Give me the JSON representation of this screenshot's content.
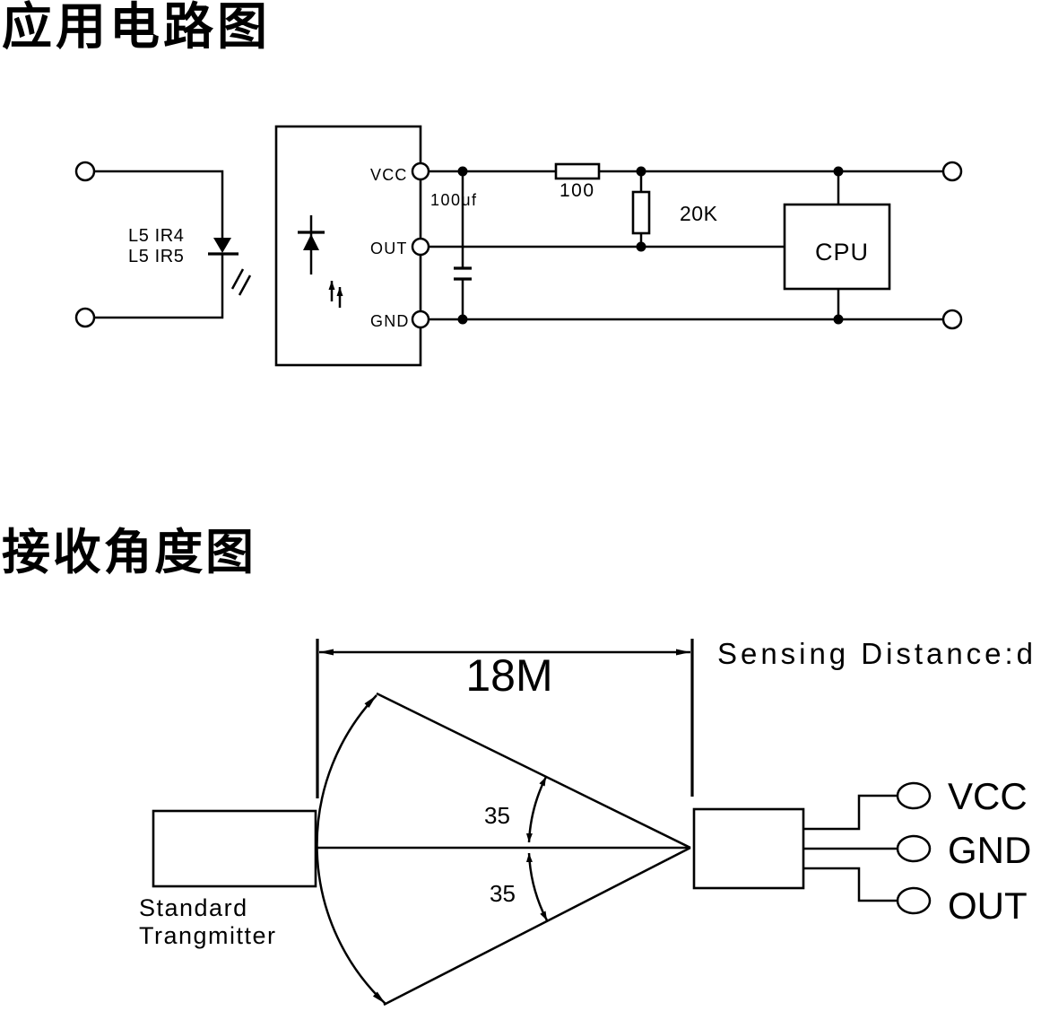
{
  "titles": {
    "circuit": "应用电路图",
    "angle": "接收角度图"
  },
  "circuit": {
    "emitter_labels": [
      "L5 IR4",
      "L5 IR5"
    ],
    "pins": {
      "vcc": "VCC",
      "out": "OUT",
      "gnd": "GND"
    },
    "capacitor_value": "100uf",
    "series_resistor_value": "100",
    "pullup_resistor_value": "20K",
    "cpu_label": "CPU"
  },
  "angle": {
    "distance_value": "18M",
    "distance_caption": "Sensing Distance:d",
    "half_angle_top": "35",
    "half_angle_bottom": "35",
    "transmitter_label": [
      "Standard",
      "Trangmitter"
    ],
    "terminals": [
      "VCC",
      "GND",
      "OUT"
    ]
  }
}
